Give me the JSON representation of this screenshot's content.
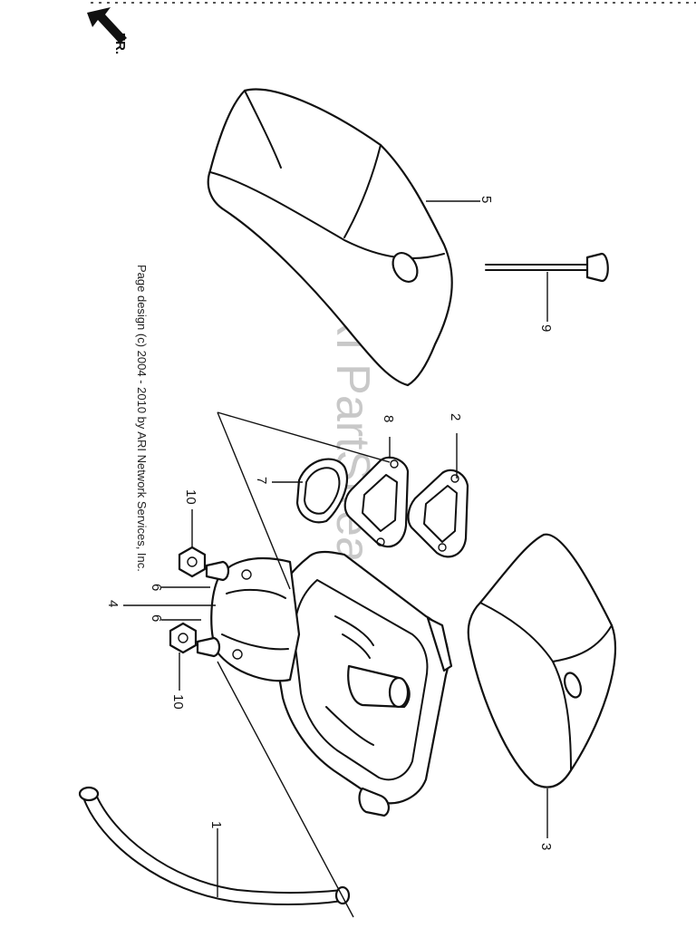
{
  "diagram": {
    "front_marker": "FR.",
    "watermark": "ARI PartStream",
    "credit": "Page design (c) 2004 - 2010 by ARI Network Services, Inc.",
    "callouts": [
      {
        "number": "1"
      },
      {
        "number": "2"
      },
      {
        "number": "3"
      },
      {
        "number": "4"
      },
      {
        "number": "5"
      },
      {
        "number": "6"
      },
      {
        "number": "6"
      },
      {
        "number": "7"
      },
      {
        "number": "8"
      },
      {
        "number": "9"
      },
      {
        "number": "10"
      },
      {
        "number": "10"
      }
    ]
  }
}
